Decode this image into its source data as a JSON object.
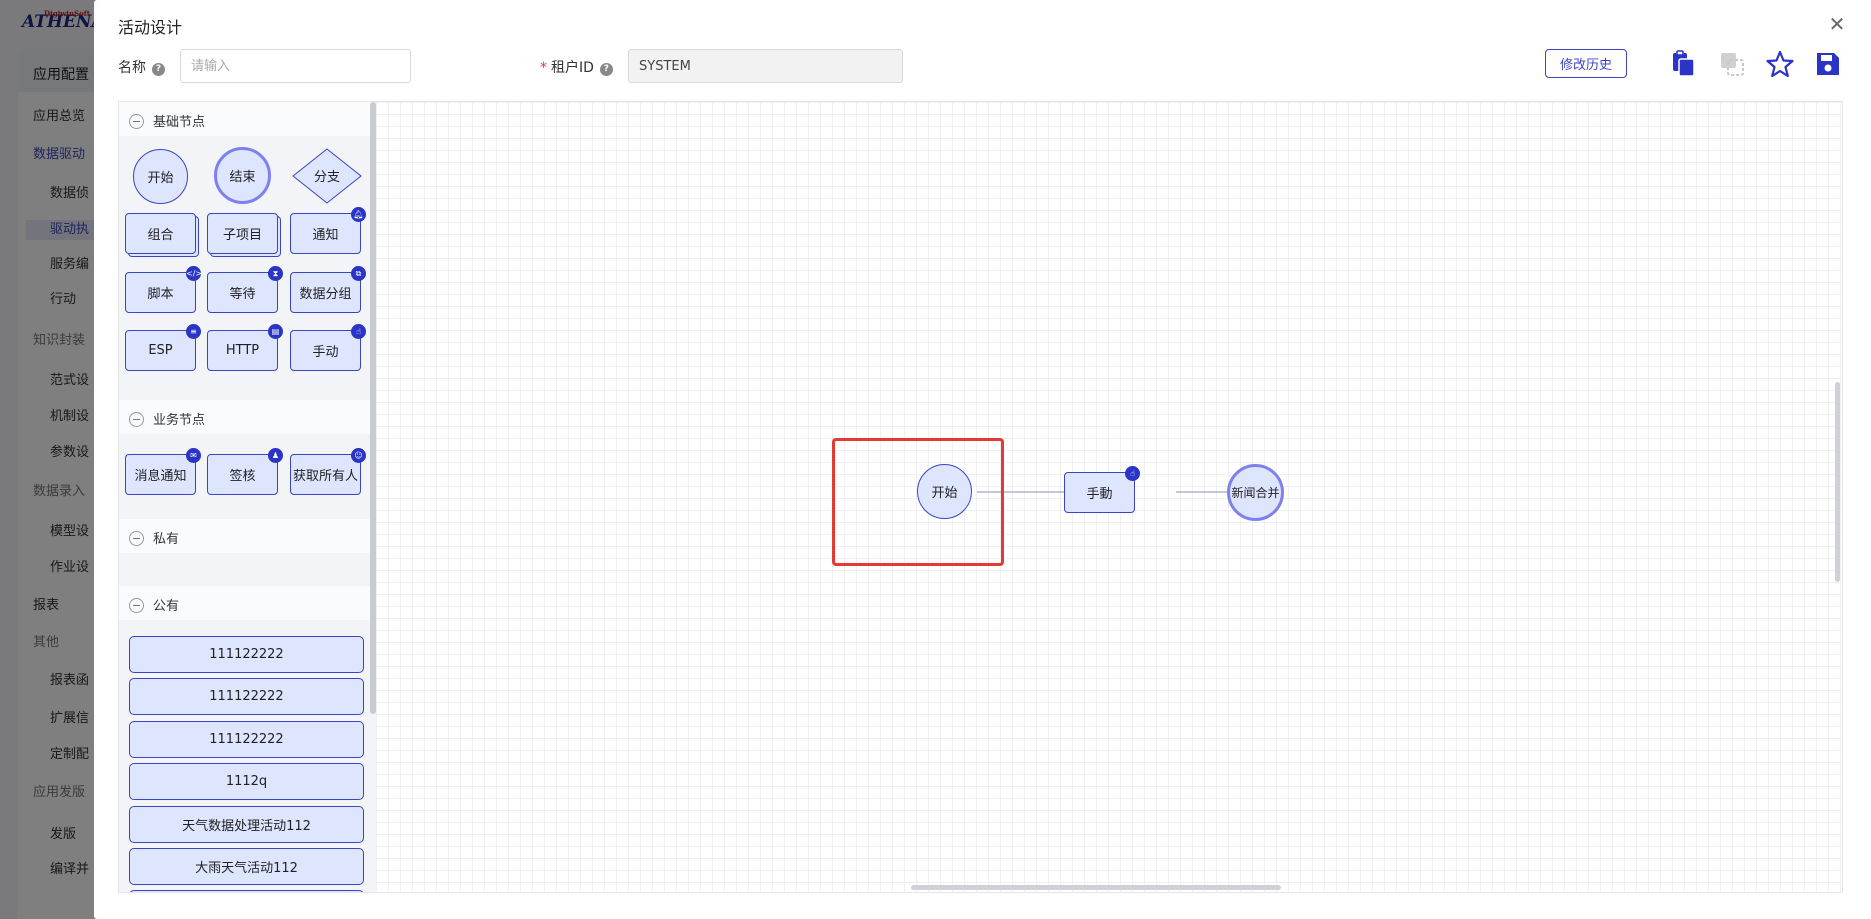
{
  "background": {
    "logo_text": "ATHENA",
    "logo_brand": "DigiwinSoft",
    "sidebar_header": "应用配置",
    "items": [
      {
        "label": "应用总览",
        "kind": "item"
      },
      {
        "label": "数据驱动",
        "kind": "active"
      },
      {
        "label": "数据侦",
        "kind": "sub"
      },
      {
        "label": "驱动执",
        "kind": "sel"
      },
      {
        "label": "服务编",
        "kind": "sub"
      },
      {
        "label": "行动",
        "kind": "sub"
      },
      {
        "label": "知识封装",
        "kind": "group"
      },
      {
        "label": "范式设",
        "kind": "sub"
      },
      {
        "label": "机制设",
        "kind": "sub"
      },
      {
        "label": "参数设",
        "kind": "sub"
      },
      {
        "label": "数据录入",
        "kind": "group"
      },
      {
        "label": "模型设",
        "kind": "sub"
      },
      {
        "label": "作业设",
        "kind": "sub"
      },
      {
        "label": "报表",
        "kind": "item"
      },
      {
        "label": "其他",
        "kind": "group"
      },
      {
        "label": "报表函",
        "kind": "sub"
      },
      {
        "label": "扩展信",
        "kind": "sub"
      },
      {
        "label": "定制配",
        "kind": "sub"
      },
      {
        "label": "应用发版",
        "kind": "group"
      },
      {
        "label": "发版",
        "kind": "sub"
      },
      {
        "label": "编译并",
        "kind": "sub"
      }
    ]
  },
  "modal": {
    "title": "活动设计",
    "name_label": "名称",
    "name_placeholder": "请输入",
    "tenant_label": "租户ID",
    "tenant_value": "SYSTEM",
    "history_button": "修改历史"
  },
  "palette": {
    "basic": {
      "title": "基础节点",
      "nodes": [
        "开始",
        "结束",
        "分支",
        "组合",
        "子项目",
        "通知",
        "脚本",
        "等待",
        "数据分组",
        "ESP",
        "HTTP",
        "手动"
      ]
    },
    "business": {
      "title": "业务节点",
      "nodes": [
        "消息通知",
        "签核",
        "获取所有人"
      ]
    },
    "private": {
      "title": "私有"
    },
    "public": {
      "title": "公有",
      "items": [
        "111122222",
        "111122222",
        "111122222",
        "1112q",
        "天气数据处理活动112",
        "大雨天气活动112"
      ]
    }
  },
  "canvas": {
    "nodes": {
      "start": "开始",
      "manual": "手動",
      "end": "新闻合并"
    }
  },
  "colors": {
    "accent": "#3b45c4",
    "node_fill": "#dde5ff",
    "selection": "#e53935"
  }
}
